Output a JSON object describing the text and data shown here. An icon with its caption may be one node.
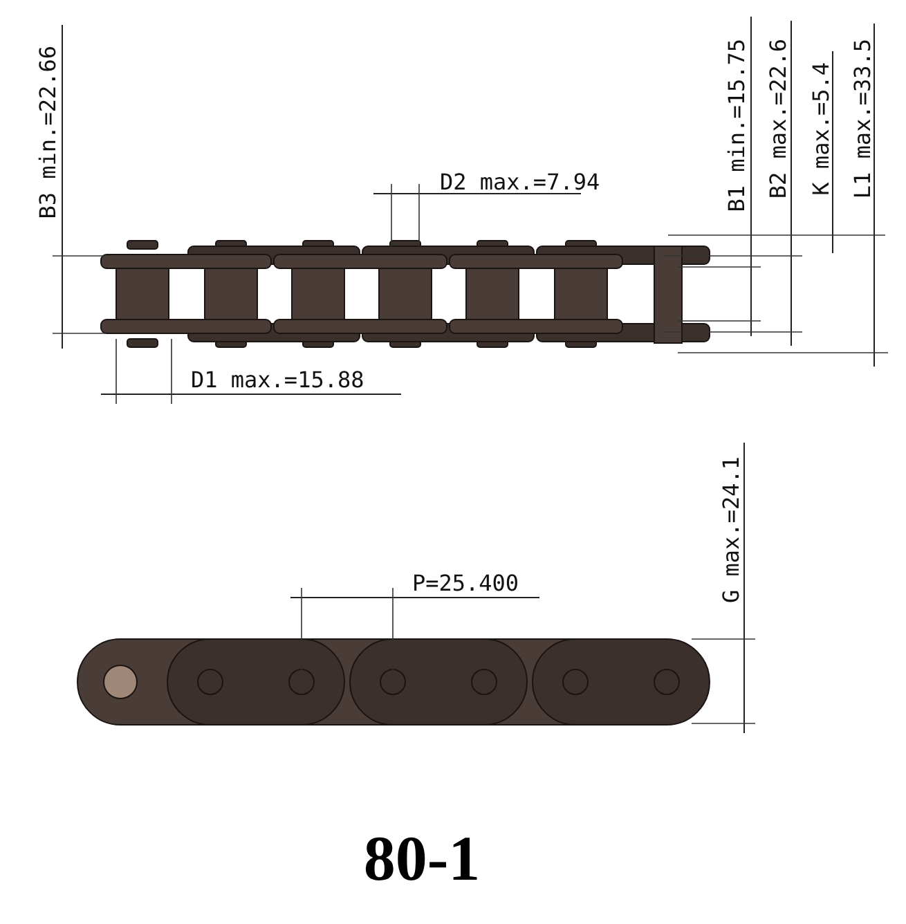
{
  "diagram": {
    "title": "80-1",
    "labels": [
      "B3 min.=22.66",
      "D2 max.=7.94",
      "B1 min.=15.75",
      "B2 max.=22.6",
      "K max.=5.4",
      "L1 max.=33.5",
      "D1 max.=15.88",
      "P=25.400",
      "G max.=24.1"
    ]
  }
}
